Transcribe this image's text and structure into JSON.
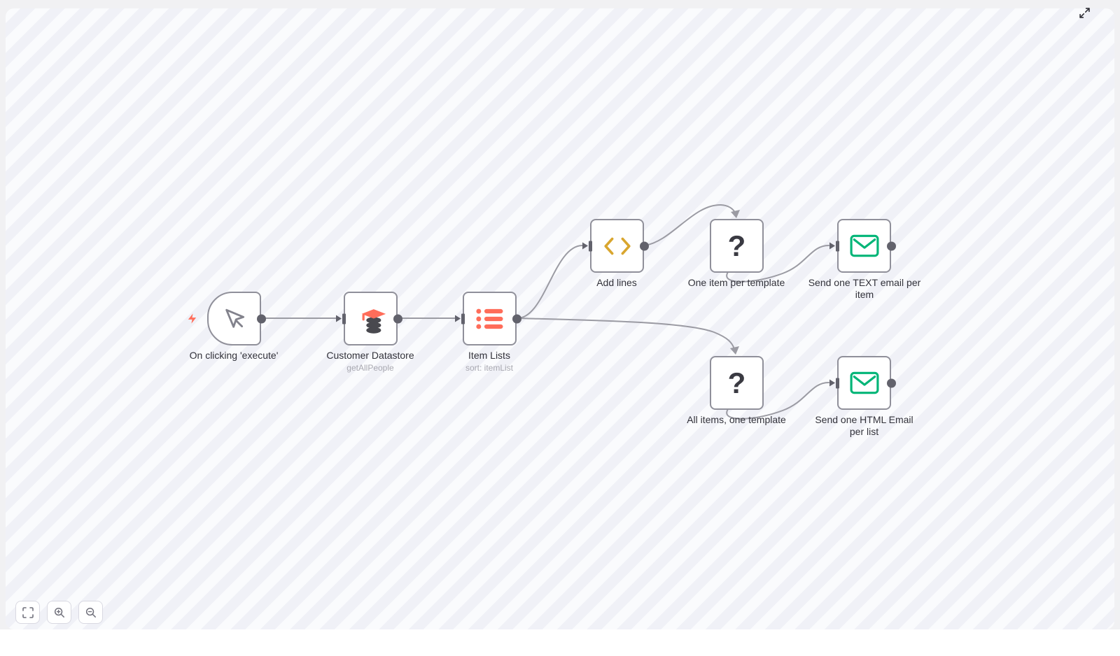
{
  "app": {
    "view": "workflow-canvas"
  },
  "glyphs": {
    "question_mark": "?"
  },
  "colors": {
    "accent_red": "#ff6d5a",
    "accent_gold": "#d9a62f",
    "accent_green": "#00b577",
    "icon_gray": "#82828c",
    "database_gray": "#49494f",
    "node_border": "#90909a",
    "wire": "#9b9ba3",
    "port": "#62626c"
  },
  "nodes": [
    {
      "id": "on-clicking-execute",
      "label": "On clicking 'execute'",
      "icon": "mouse-pointer-icon",
      "type": "trigger"
    },
    {
      "id": "customer-datastore",
      "label": "Customer Datastore",
      "subtitle": "getAllPeople",
      "icon": "graduation-cap-database-icon",
      "type": "regular"
    },
    {
      "id": "item-lists",
      "label": "Item Lists",
      "subtitle": "sort: itemList",
      "icon": "list-icon",
      "type": "regular"
    },
    {
      "id": "add-lines",
      "label": "Add lines",
      "icon": "code-brackets-icon",
      "type": "regular"
    },
    {
      "id": "one-item-per-template",
      "label": "One item per template",
      "icon": "question-mark-icon",
      "type": "note"
    },
    {
      "id": "send-text-email",
      "label": "Send one TEXT email per item",
      "icon": "envelope-icon",
      "type": "regular"
    },
    {
      "id": "all-items-one-template",
      "label": "All items, one template",
      "icon": "question-mark-icon",
      "type": "note"
    },
    {
      "id": "send-html-email",
      "label": "Send one HTML Email per list",
      "icon": "envelope-icon",
      "type": "regular"
    }
  ],
  "connections": [
    {
      "from": "on-clicking-execute",
      "to": "customer-datastore"
    },
    {
      "from": "customer-datastore",
      "to": "item-lists"
    },
    {
      "from": "item-lists",
      "to": "add-lines"
    },
    {
      "from": "item-lists",
      "to": "all-items-one-template"
    },
    {
      "from": "add-lines",
      "to": "one-item-per-template"
    },
    {
      "from": "one-item-per-template",
      "to": "send-text-email"
    },
    {
      "from": "all-items-one-template",
      "to": "send-html-email"
    }
  ],
  "controls": {
    "fit_view_icon": "fit-view-icon",
    "zoom_in_icon": "zoom-in-icon",
    "zoom_out_icon": "zoom-out-icon",
    "expand_icon": "expand-icon"
  }
}
